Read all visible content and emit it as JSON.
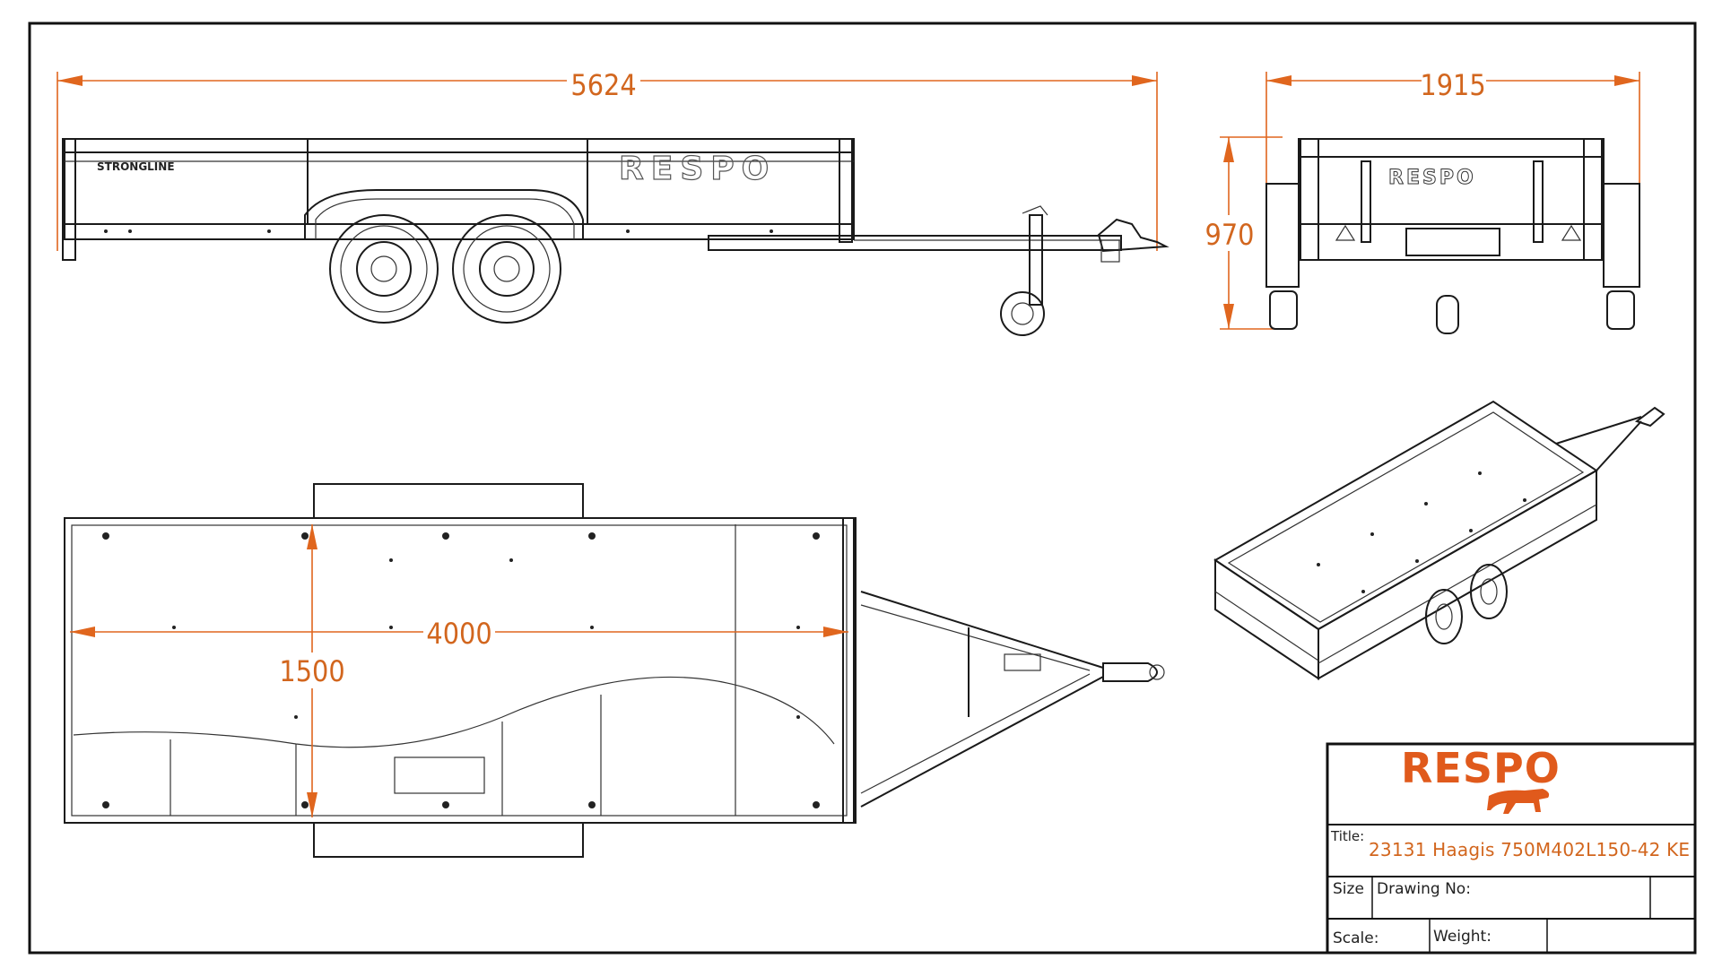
{
  "dimensions": {
    "overall_length": "5624",
    "overall_width": "1915",
    "overall_height": "970",
    "box_length": "4000",
    "box_width": "1500"
  },
  "labels": {
    "side_brand": "STRONGLINE",
    "side_logo": "RESPO",
    "rear_logo": "RESPO"
  },
  "title_block": {
    "brand": "RESPO",
    "title_label": "Title:",
    "title_value": "23131 Haagis 750M402L150-42 KE",
    "size_label": "Size",
    "drawing_no_label": "Drawing No:",
    "scale_label": "Scale:",
    "weight_label": "Weight:"
  },
  "colors": {
    "dimension": "#e0661e",
    "brand": "#e05a1c",
    "line": "#1a1a1a"
  }
}
